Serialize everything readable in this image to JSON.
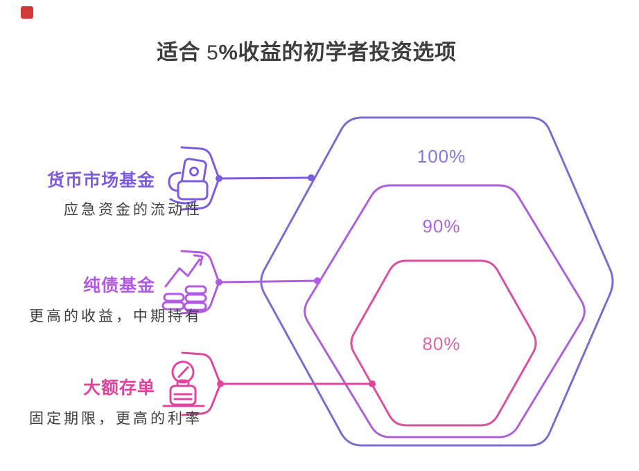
{
  "brand": {
    "mark_color": "#d23a3a"
  },
  "title": {
    "prefix": "适合 ",
    "rate": "5",
    "suffix": "%收益的初学者投资选项",
    "text_color": "#3e3e3e"
  },
  "items": [
    {
      "label": "货币市场基金",
      "description": "应急资金的流动性",
      "percent": "100%",
      "icon": "cash-in-hand-icon",
      "accent_color": "#7d5be0",
      "shape_color": "#7b6cd1",
      "percent_color": "#8379d8"
    },
    {
      "label": "纯债基金",
      "description": "更高的收益，中期持有",
      "percent": "90%",
      "icon": "growth-chart-coins-icon",
      "accent_color": "#b25ae3",
      "shape_color": "#ac5fd9",
      "percent_color": "#aa66d0"
    },
    {
      "label": "大额存单",
      "description": "固定期限，更高的利率",
      "percent": "80%",
      "icon": "clock-briefcase-icon",
      "accent_color": "#e0459d",
      "shape_color": "#d9509e",
      "percent_color": "#d168a9"
    }
  ]
}
